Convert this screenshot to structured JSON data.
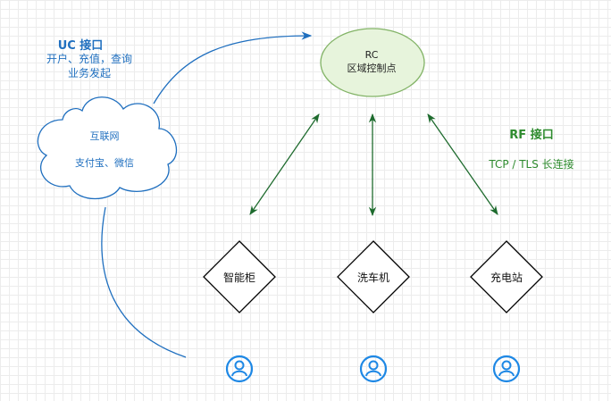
{
  "uc": {
    "title": "UC 接口",
    "line1": "开户、充值，查询",
    "line2": "业务发起"
  },
  "rc": {
    "line1": "RC",
    "line2": "区域控制点"
  },
  "cloud": {
    "line1": "互联网",
    "line2": "支付宝、微信"
  },
  "rf": {
    "title": "RF 接口",
    "desc": "TCP / TLS 长连接"
  },
  "devices": [
    "智能柜",
    "洗车机",
    "充电站"
  ],
  "colors": {
    "blue": "#1f6fbf",
    "green": "#2e8b2e",
    "rc_fill": "#e7f4dc",
    "rc_stroke": "#82b366",
    "arrow_green": "#1e6b2e",
    "user_blue": "#1e88e5"
  },
  "icons": [
    "user-icon",
    "user-icon",
    "user-icon"
  ]
}
